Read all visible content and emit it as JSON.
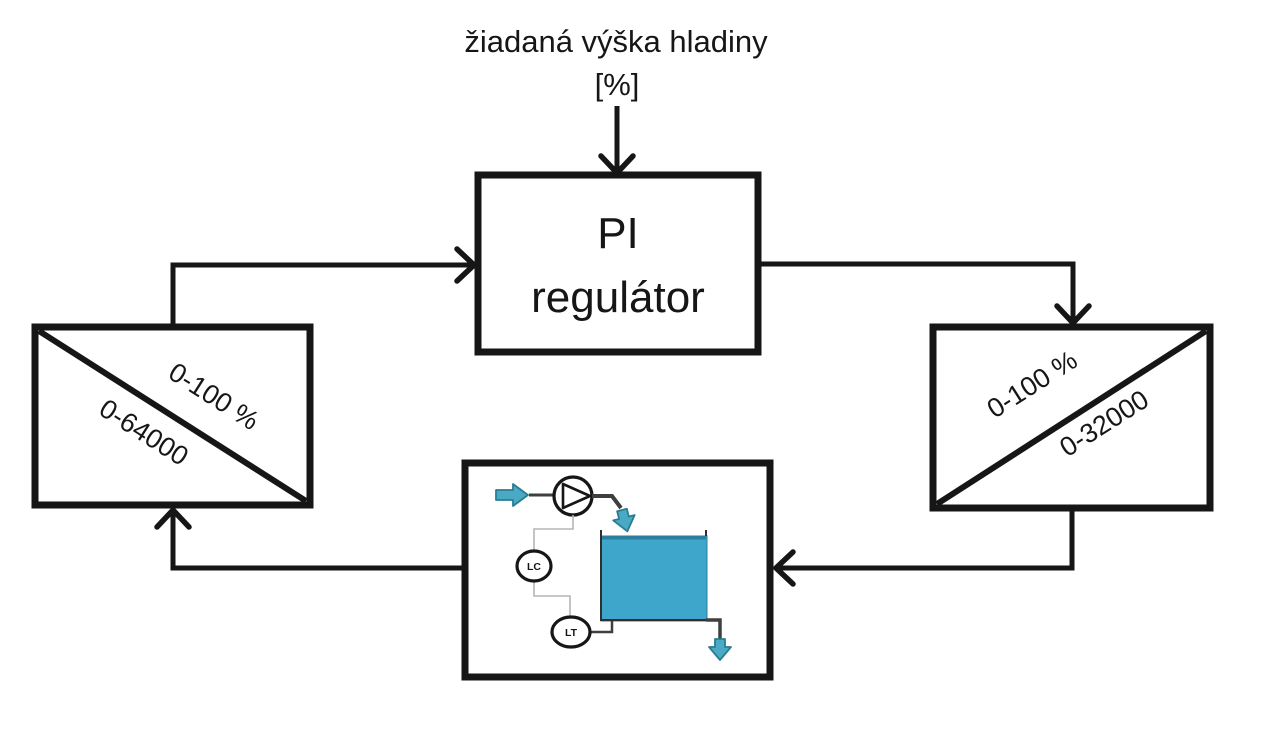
{
  "diagram": {
    "setpoint": {
      "label": "žiadaná výška hladiny",
      "unit": "[%]"
    },
    "controller": {
      "line1": "PI",
      "line2": "regulátor"
    },
    "input_converter": {
      "percent_range": "0-100 %",
      "raw_range": "0-64000"
    },
    "output_converter": {
      "percent_range": "0-100 %",
      "raw_range": "0-32000"
    },
    "plant": {
      "level_controller_tag": "LC",
      "level_transmitter_tag": "LT"
    },
    "colors": {
      "ink": "#161616",
      "pipe": "#3f3f3f",
      "connector": "#b5b5b5",
      "water": "#3ea6cb",
      "water_edge": "#2e7d99",
      "flow_arrow_fill": "#4aa9c4",
      "flow_arrow_edge": "#2a7d91"
    }
  }
}
